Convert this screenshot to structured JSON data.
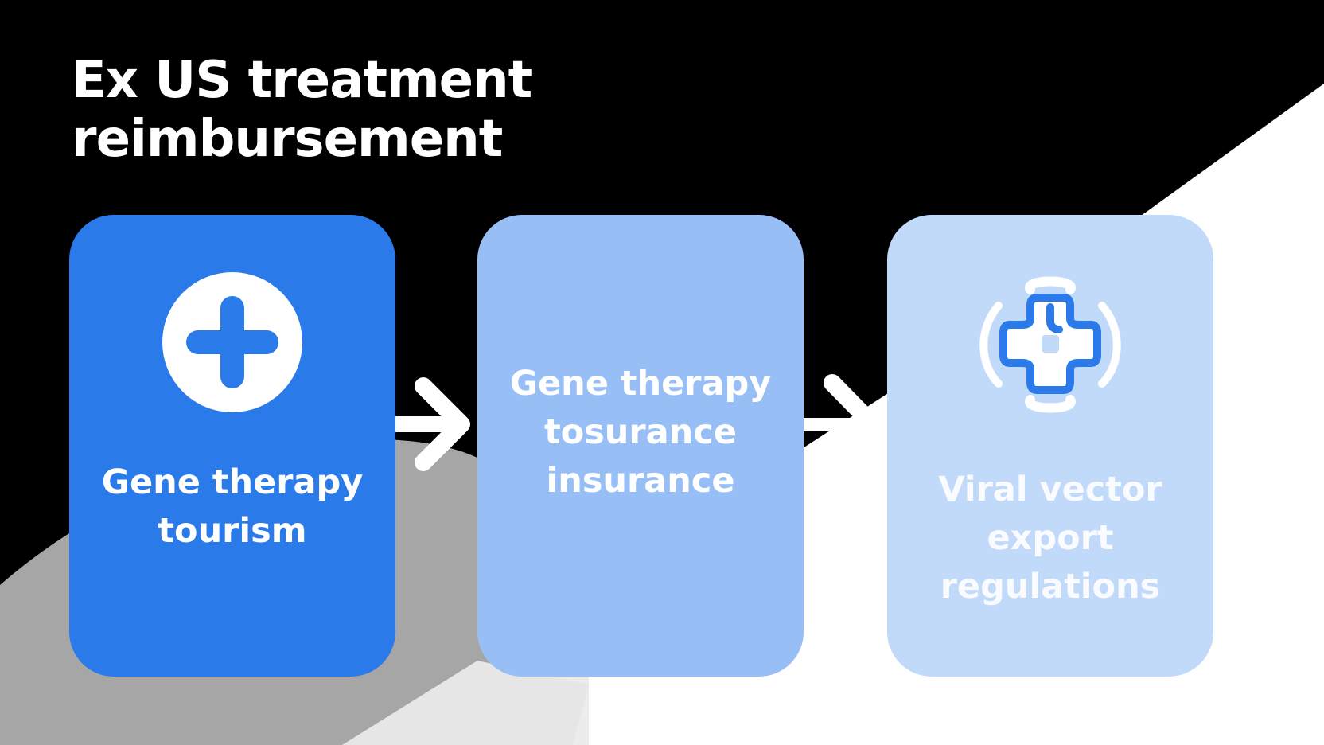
{
  "slide": {
    "title": "Ex US treatment\nreimbursement"
  },
  "steps": [
    {
      "label": "Gene therapy\ntourism",
      "icon": "plus-circle-icon",
      "color": "#2a7ae9"
    },
    {
      "label": "Gene therapy\ntosurance\ninsurance",
      "icon": "",
      "color": "#98bff5"
    },
    {
      "label": "Viral vector export\nregulations",
      "icon": "medical-cross-icon",
      "color": "#c2daf9"
    }
  ],
  "colors": {
    "background_dark": "#000000",
    "background_gray": "#a6a6a6",
    "background_light": "#ececec",
    "background_white": "#ffffff",
    "accent_blue": "#2a7ae9",
    "text": "#ffffff"
  }
}
